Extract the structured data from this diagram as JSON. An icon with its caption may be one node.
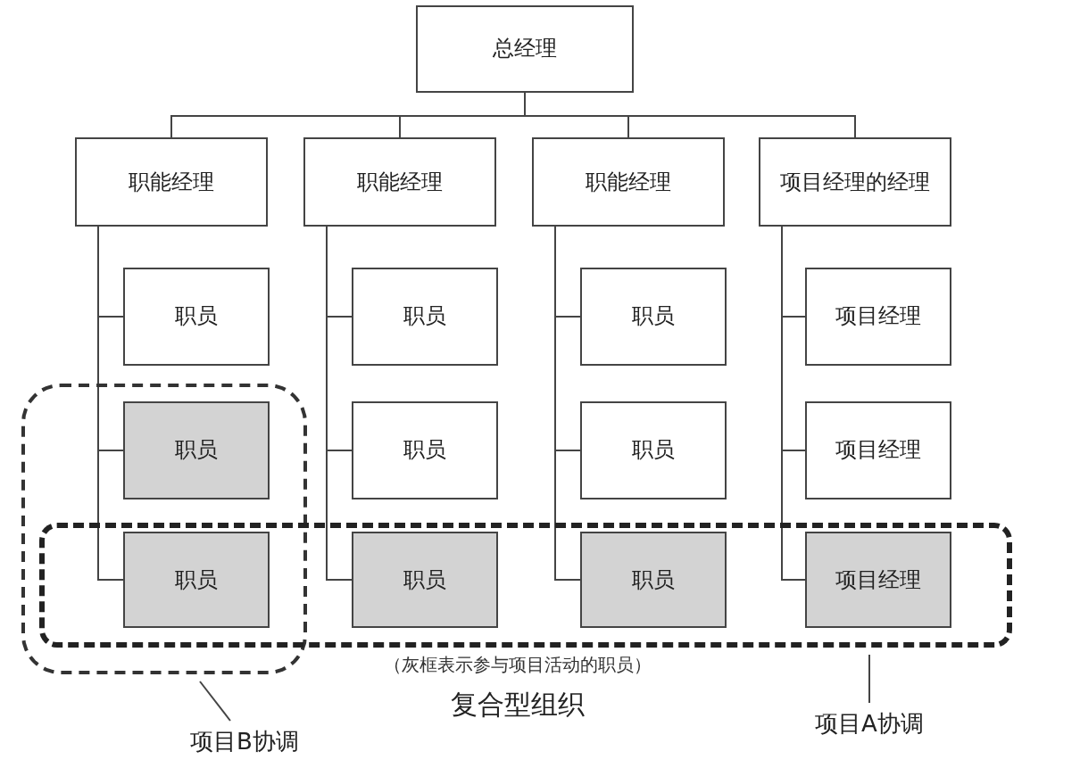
{
  "diagram": {
    "caption": "复合型组织",
    "nodes": [
      {
        "text": [
          "总经理"
        ]
      },
      {
        "text": [
          "职能经理"
        ]
      },
      {
        "text": [
          "职能经理"
        ]
      },
      {
        "text": [
          "职能经理"
        ]
      },
      {
        "text": [
          "项目经理的经理"
        ]
      },
      {
        "text": [
          "职员"
        ]
      },
      {
        "text": [
          "职员"
        ]
      },
      {
        "text": [
          "职员"
        ]
      },
      {
        "text": [
          "项目经理"
        ]
      },
      {
        "text": [
          "职员"
        ],
        "in": 17
      },
      {
        "text": [
          "职员"
        ]
      },
      {
        "text": [
          "职员"
        ]
      },
      {
        "text": [
          "项目经理"
        ]
      },
      {
        "text": [
          "职员"
        ]
      },
      {
        "text": [
          "职员"
        ],
        "in": 18
      },
      {
        "text": [
          "职员"
        ],
        "in": 18
      },
      {
        "text": [
          "项目经理"
        ],
        "in": 18
      },
      {
        "text": [],
        "shape": "box"
      },
      {
        "text": [],
        "shape": "box"
      },
      {
        "text": [
          "项目B协调"
        ]
      },
      {
        "text": [
          "项目A协调"
        ]
      }
    ],
    "edges": [
      {
        "from": 0,
        "to": 1,
        "arrow": "none"
      },
      {
        "from": 0,
        "to": 2,
        "arrow": "none"
      },
      {
        "from": 0,
        "to": 3,
        "arrow": "none"
      },
      {
        "from": 0,
        "to": 4,
        "arrow": "none"
      },
      {
        "from": 1,
        "to": 5,
        "arrow": "none"
      },
      {
        "from": 1,
        "to": 9,
        "arrow": "none"
      },
      {
        "from": 1,
        "to": 13,
        "arrow": "none"
      },
      {
        "from": 2,
        "to": 6,
        "arrow": "none"
      },
      {
        "from": 2,
        "to": 10,
        "arrow": "none"
      },
      {
        "from": 2,
        "to": 14,
        "arrow": "none"
      },
      {
        "from": 3,
        "to": 7,
        "arrow": "none"
      },
      {
        "from": 3,
        "to": 11,
        "arrow": "none"
      },
      {
        "from": 3,
        "to": 15,
        "arrow": "none"
      },
      {
        "from": 4,
        "to": 8,
        "arrow": "none"
      },
      {
        "from": 4,
        "to": 12,
        "arrow": "none"
      },
      {
        "from": 4,
        "to": 16,
        "arrow": "none"
      },
      {
        "from": 19,
        "to": 17,
        "arrow": "none"
      },
      {
        "from": 20,
        "to": 18,
        "arrow": "none"
      }
    ],
    "labels": [
      "（灰框表示参与项目活动的职员）"
    ]
  }
}
